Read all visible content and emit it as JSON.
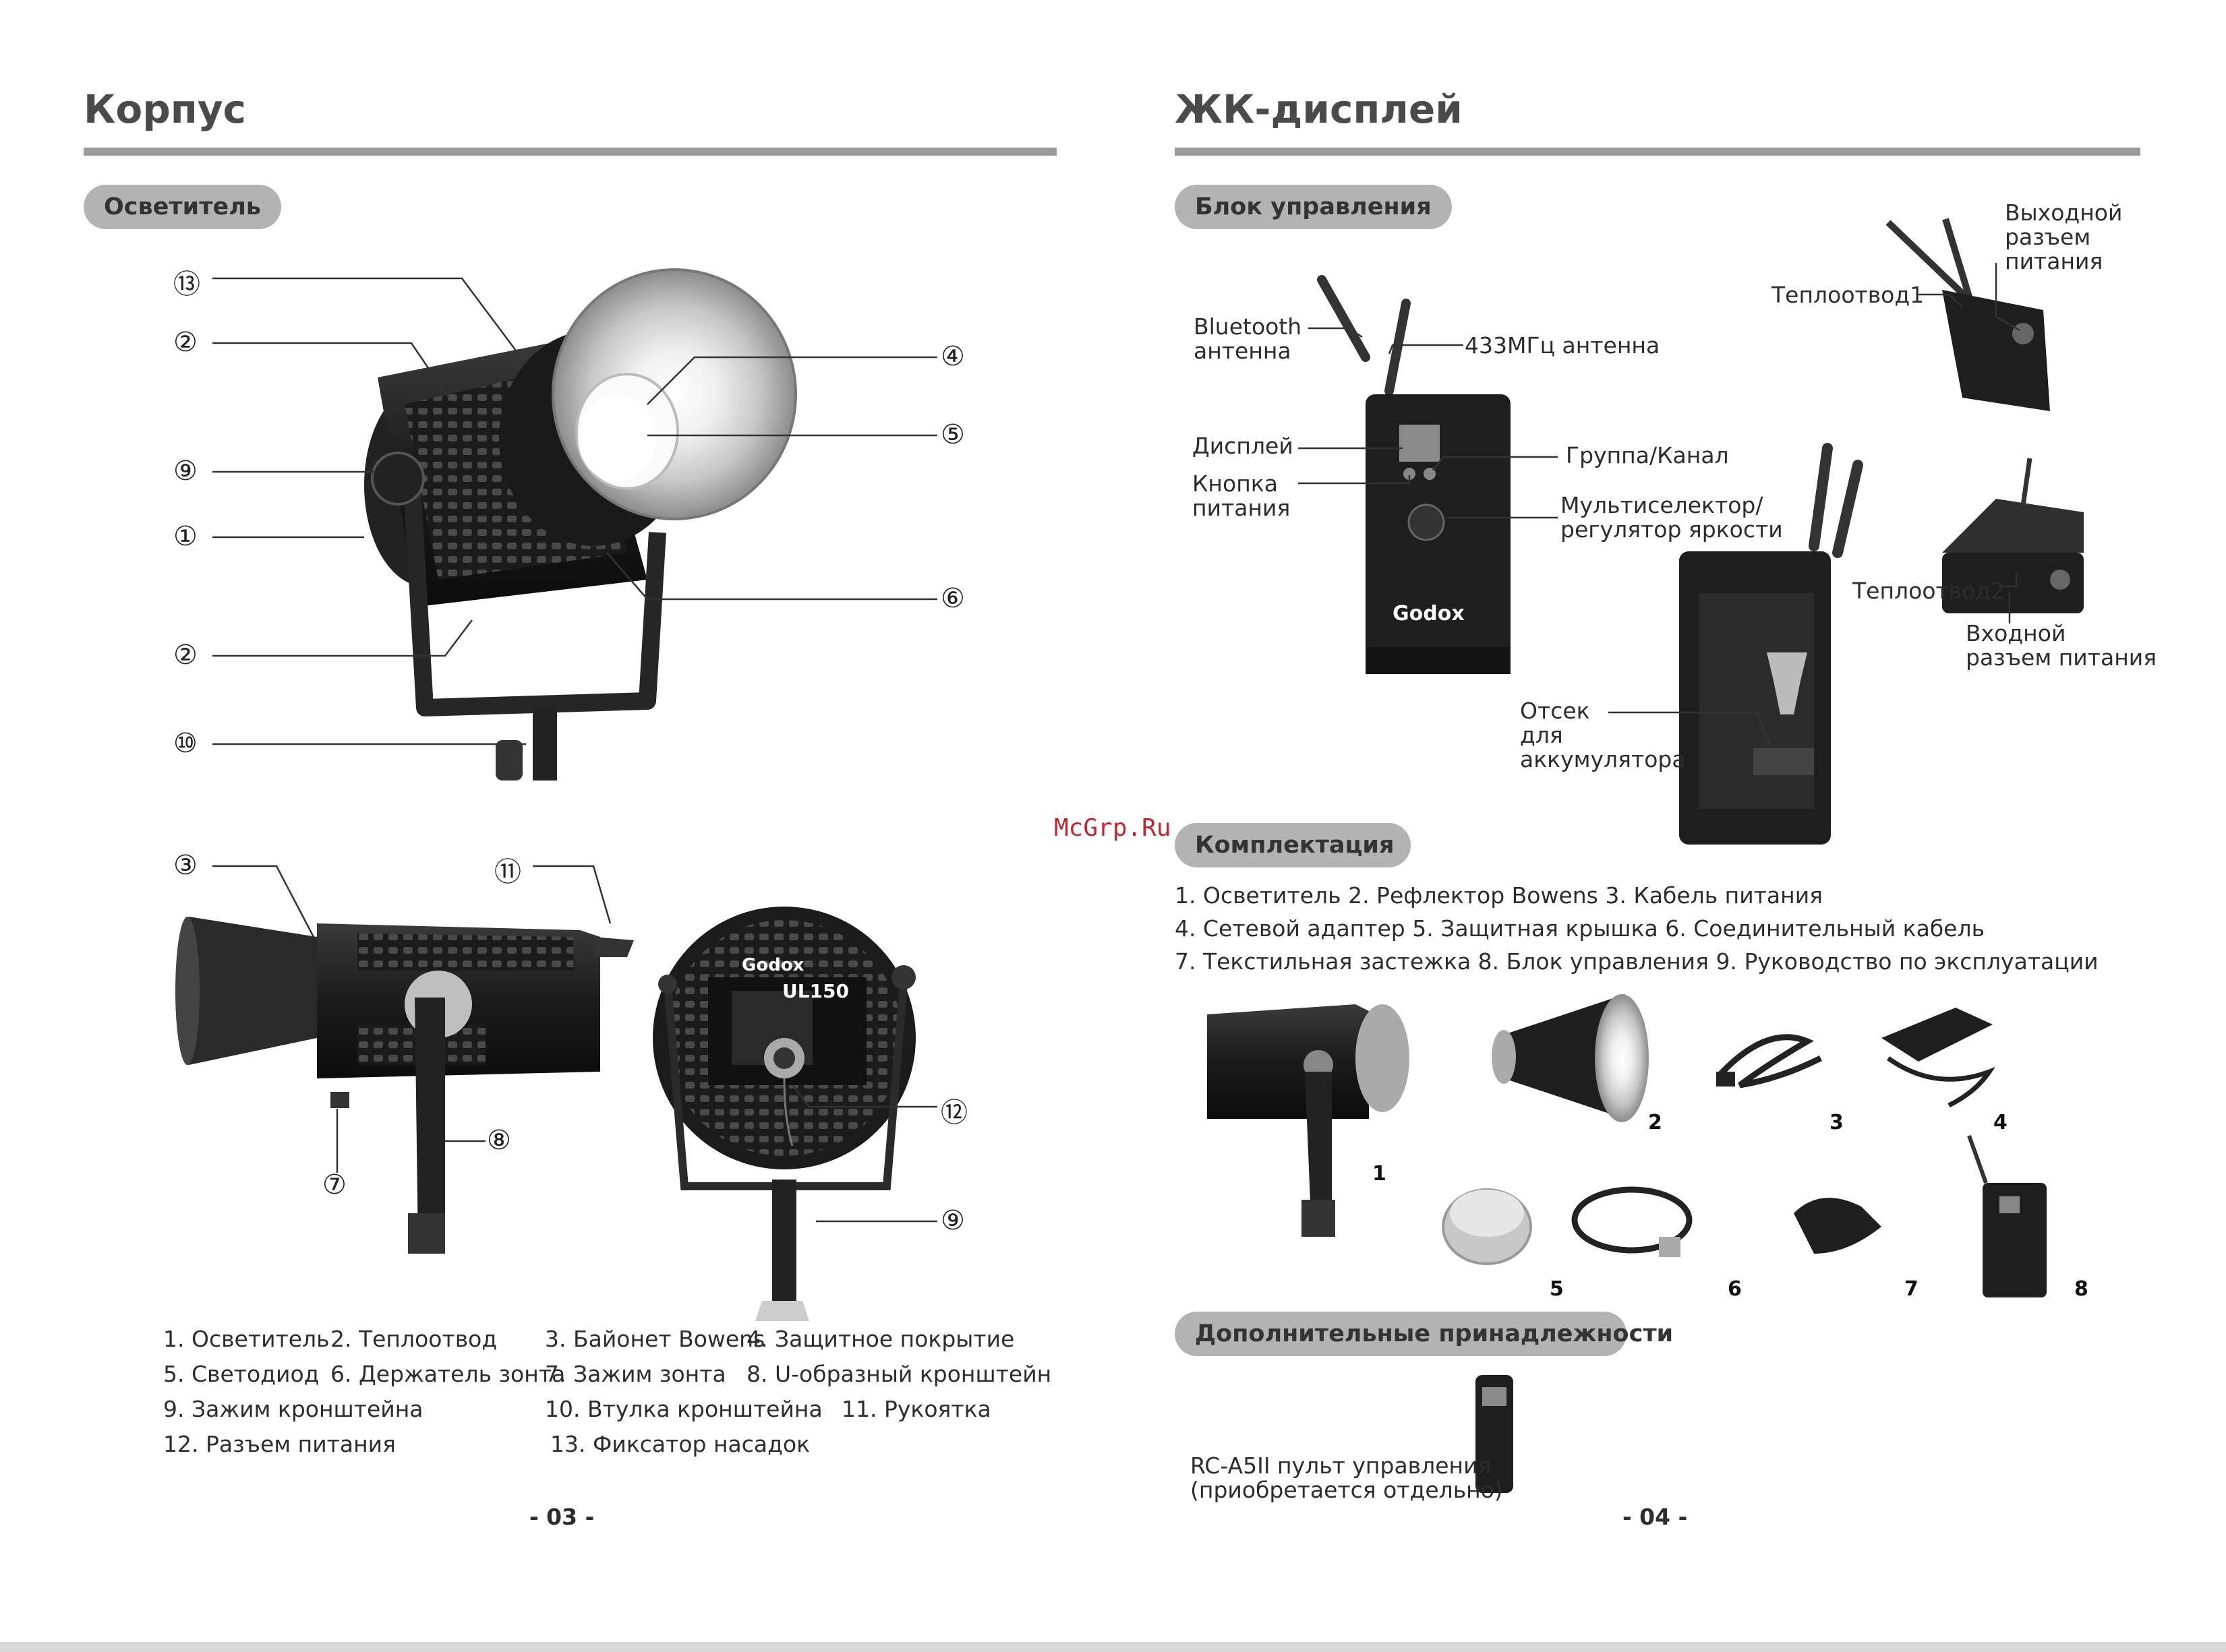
{
  "left": {
    "title": "Корпус",
    "section": "Осветитель",
    "callouts_top": [
      "⑬",
      "②",
      "⑨",
      "①",
      "②",
      "⑩",
      "④",
      "⑤",
      "⑥"
    ],
    "callouts_bottom": [
      "③",
      "⑪",
      "⑦",
      "⑧",
      "⑫",
      "⑨"
    ],
    "legend": [
      [
        "1. Осветитель",
        "2. Теплоотвод",
        "3. Байонет Bowens",
        "4. Защитное покрытие"
      ],
      [
        "5. Светодиод",
        "6. Держатель зонта",
        "7. Зажим зонта",
        "8. U-образный кронштейн"
      ],
      [
        "9. Зажим кронштейна",
        "10. Втулка кронштейна",
        "11. Рукоятка"
      ],
      [
        "12. Разъем питания",
        "13. Фиксатор насадок"
      ]
    ],
    "page_number": "- 03 -"
  },
  "right": {
    "title": "ЖК-дисплей",
    "section_control": "Блок управления",
    "labels": {
      "bluetooth": "Bluetooth\nантенна",
      "antenna433": "433МГц антенна",
      "display": "Дисплей",
      "power_button": "Кнопка\nпитания",
      "group_channel": "Группа/Канал",
      "multiselector": "Мультиселектор/\nрегулятор яркости",
      "battery": "Отсек\nдля\nаккумулятора",
      "heatsink1": "Теплоотвод1",
      "output_power": "Выходной\nразъем\nпитания",
      "heatsink2": "Теплоотвод2",
      "input_power": "Входной\nразъем питания"
    },
    "brand": "Godox",
    "model": "UL150",
    "watermark": "McGrp.Ru",
    "section_kit": "Комплектация",
    "kit_lines": [
      "1. Осветитель 2. Рефлектор Bowens  3. Кабель питания",
      "4. Сетевой адаптер 5. Защитная крышка 6. Соединительный кабель",
      "7. Текстильная застежка 8. Блок управления 9. Руководство по эксплуатации"
    ],
    "kit_numbers": [
      "1",
      "2",
      "3",
      "4",
      "5",
      "6",
      "7",
      "8"
    ],
    "section_accessories": "Дополнительные принадлежности",
    "remote_label": "RC-A5II пульт управления\n(приобретается отдельно)",
    "page_number": "- 04 -"
  }
}
